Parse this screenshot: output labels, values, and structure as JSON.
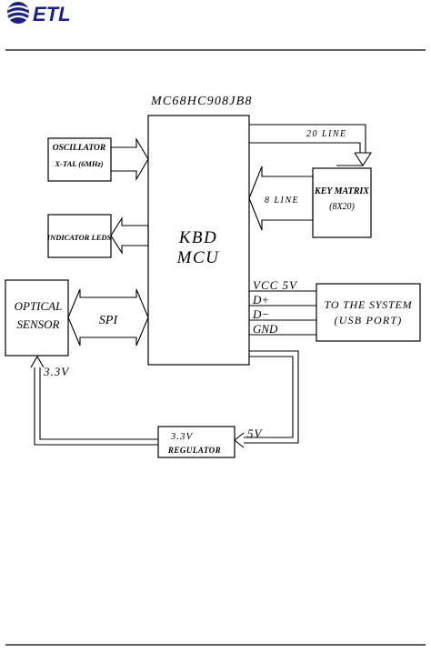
{
  "header": {
    "logo_text": "ETL",
    "brand_color": "#1a1f8c"
  },
  "diagram": {
    "mcu_part": "MC68HC908JB8",
    "mcu_line1": "KBD",
    "mcu_line2": "MCU",
    "oscillator_title": "OSCILLATOR",
    "oscillator_sub": "X-TAL (6MHz)",
    "indicator": "INDICATOR LEDS",
    "optical_line1": "OPTICAL",
    "optical_line2": "SENSOR",
    "spi": "SPI",
    "key_matrix_line1": "KEY MATRIX",
    "key_matrix_line2": "(8X20)",
    "line_20": "20 LINE",
    "line_8": "8 LINE",
    "vcc": "VCC 5V",
    "dplus": "D+",
    "dminus": "D−",
    "gnd": "GND",
    "system_line1": "TO THE SYSTEM",
    "system_line2": "(USB PORT)",
    "regulator_line1": "3.3V",
    "regulator_line2": "REGULATOR",
    "v33": "3.3V",
    "v5": "5V"
  }
}
